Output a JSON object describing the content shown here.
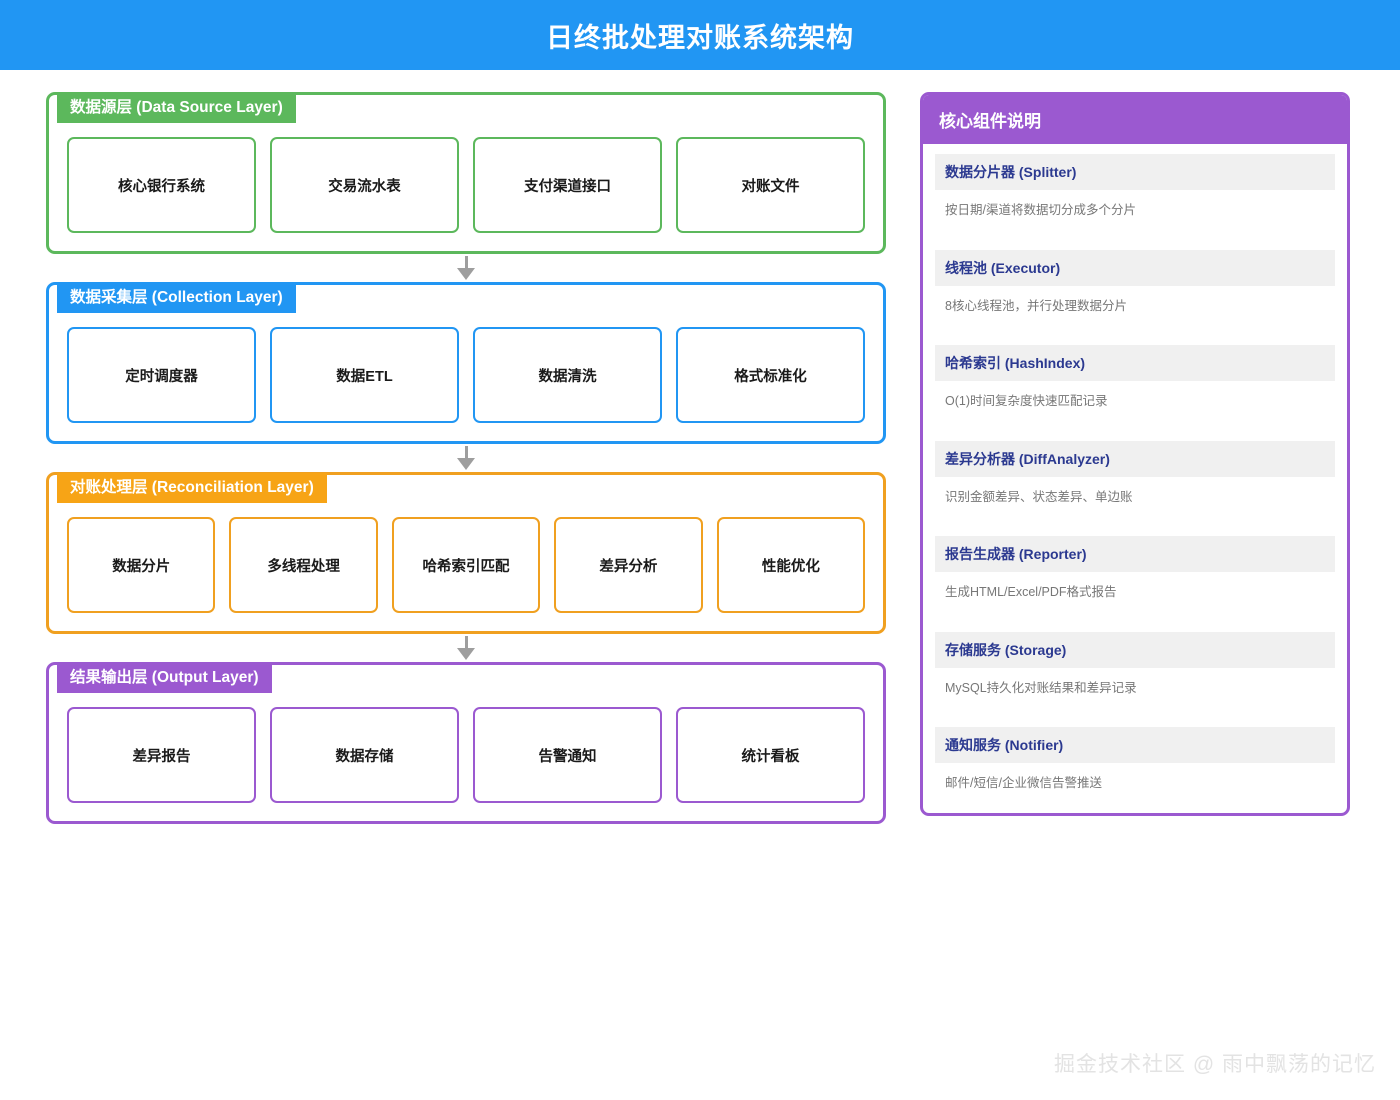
{
  "header": {
    "title": "日终批处理对账系统架构",
    "background_color": "#2196f3"
  },
  "architecture": {
    "layers": [
      {
        "id": "data-source-layer",
        "badge_cn": "数据源层",
        "badge_en": "(Data Source Layer)",
        "badge_full": "数据源层 (Data Source Layer)",
        "color": "#5cb85c",
        "nodes": [
          "核心银行系统",
          "交易流水表",
          "支付渠道接口",
          "对账文件"
        ]
      },
      {
        "id": "collection-layer",
        "badge_cn": "数据采集层",
        "badge_en": "(Collection Layer)",
        "badge_full": "数据采集层 (Collection Layer)",
        "color": "#2196f3",
        "nodes": [
          "定时调度器",
          "数据ETL",
          "数据清洗",
          "格式标准化"
        ]
      },
      {
        "id": "reconciliation-layer",
        "badge_cn": "对账处理层",
        "badge_en": "(Reconciliation Layer)",
        "badge_full": "对账处理层 (Reconciliation Layer)",
        "color": "#f7a416",
        "nodes": [
          "数据分片",
          "多线程处理",
          "哈希索引匹配",
          "差异分析",
          "性能优化"
        ]
      },
      {
        "id": "output-layer",
        "badge_cn": "结果输出层",
        "badge_en": "(Output Layer)",
        "badge_full": "结果输出层 (Output Layer)",
        "color": "#9b59d0",
        "nodes": [
          "差异报告",
          "数据存储",
          "告警通知",
          "统计看板"
        ]
      }
    ],
    "connector_color": "#9e9e9e",
    "connector_icon": "arrow-down-icon"
  },
  "panel": {
    "title": "核心组件说明",
    "header_color": "#9b59d0",
    "items": [
      {
        "title": "数据分片器 (Splitter)",
        "desc": "按日期/渠道将数据切分成多个分片"
      },
      {
        "title": "线程池 (Executor)",
        "desc": "8核心线程池，并行处理数据分片"
      },
      {
        "title": "哈希索引 (HashIndex)",
        "desc": "O(1)时间复杂度快速匹配记录"
      },
      {
        "title": "差异分析器 (DiffAnalyzer)",
        "desc": "识别金额差异、状态差异、单边账"
      },
      {
        "title": "报告生成器 (Reporter)",
        "desc": "生成HTML/Excel/PDF格式报告"
      },
      {
        "title": "存储服务 (Storage)",
        "desc": "MySQL持久化对账结果和差异记录"
      },
      {
        "title": "通知服务 (Notifier)",
        "desc": "邮件/短信/企业微信告警推送"
      }
    ]
  },
  "watermark": {
    "text": "掘金技术社区 @ 雨中飘荡的记忆"
  }
}
